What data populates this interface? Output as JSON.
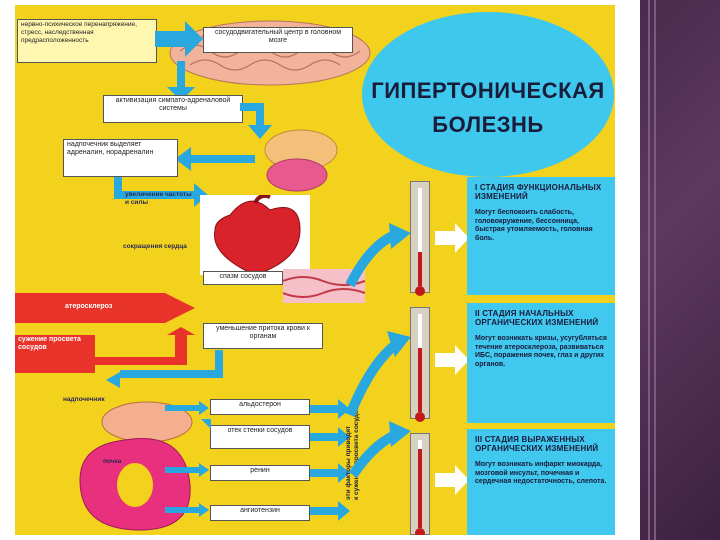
{
  "title": {
    "line1": "ГИПЕРТОНИЧЕСКАЯ",
    "line2": "БОЛЕЗНЬ"
  },
  "flow": {
    "stress": "нервно-психическое перенапряжение, стресс, наследственная предрасположенность",
    "center": "сосудодвигательный центр в головном мозге",
    "activation": "активизация симпато-адреналовой системы",
    "adrenal_top": "надпочечник выделяет адреналин, норадреналин",
    "heart_freq": "увеличение частоты и силы",
    "heart_contr": "сокращения сердца",
    "spasm": "спазм сосудов",
    "athero": "атеросклероз",
    "narrowing": "сужение просвета сосудов",
    "blood_decrease": "уменьшение притока крови к органам",
    "adrenal_bottom": "надпочечник",
    "kidney": "почка",
    "aldosterone": "альдостерон",
    "wall_edema": "отек стенки сосудов",
    "renin": "ренин",
    "angiotensin": "ангиотензин",
    "vertical_note_1": "эти факторы приводят",
    "vertical_note_2": "к сужению просвета сосудов"
  },
  "stages": [
    {
      "title": "I СТАДИЯ ФУНКЦИОНАЛЬНЫХ ИЗМЕНЕНИЙ",
      "body": "Могут беспокоить слабость, головокружение, бессонница, быстрая утомляемость, головная боль."
    },
    {
      "title": "II СТАДИЯ НАЧАЛЬНЫХ ОРГАНИЧЕСКИХ ИЗМЕНЕНИЙ",
      "body": "Могут возникать кризы, усугубляться течение атеросклероза, развиваться ИБС, поражения почек, глаз и других органов."
    },
    {
      "title": "III СТАДИЯ ВЫРАЖЕННЫХ ОРГАНИЧЕСКИХ ИЗМЕНЕНИЙ",
      "body": "Могут возникать инфаркт миокарда, мозговой инсульт, почечная и сердечная недостаточность, слепота."
    }
  ],
  "thermometers": [
    0.35,
    0.65,
    0.9
  ],
  "colors": {
    "poster": "#f2d21c",
    "stage": "#40c8ee",
    "arrow": "#29a8e0",
    "red": "#e8332a",
    "sidebar": "#4a2a4d"
  }
}
